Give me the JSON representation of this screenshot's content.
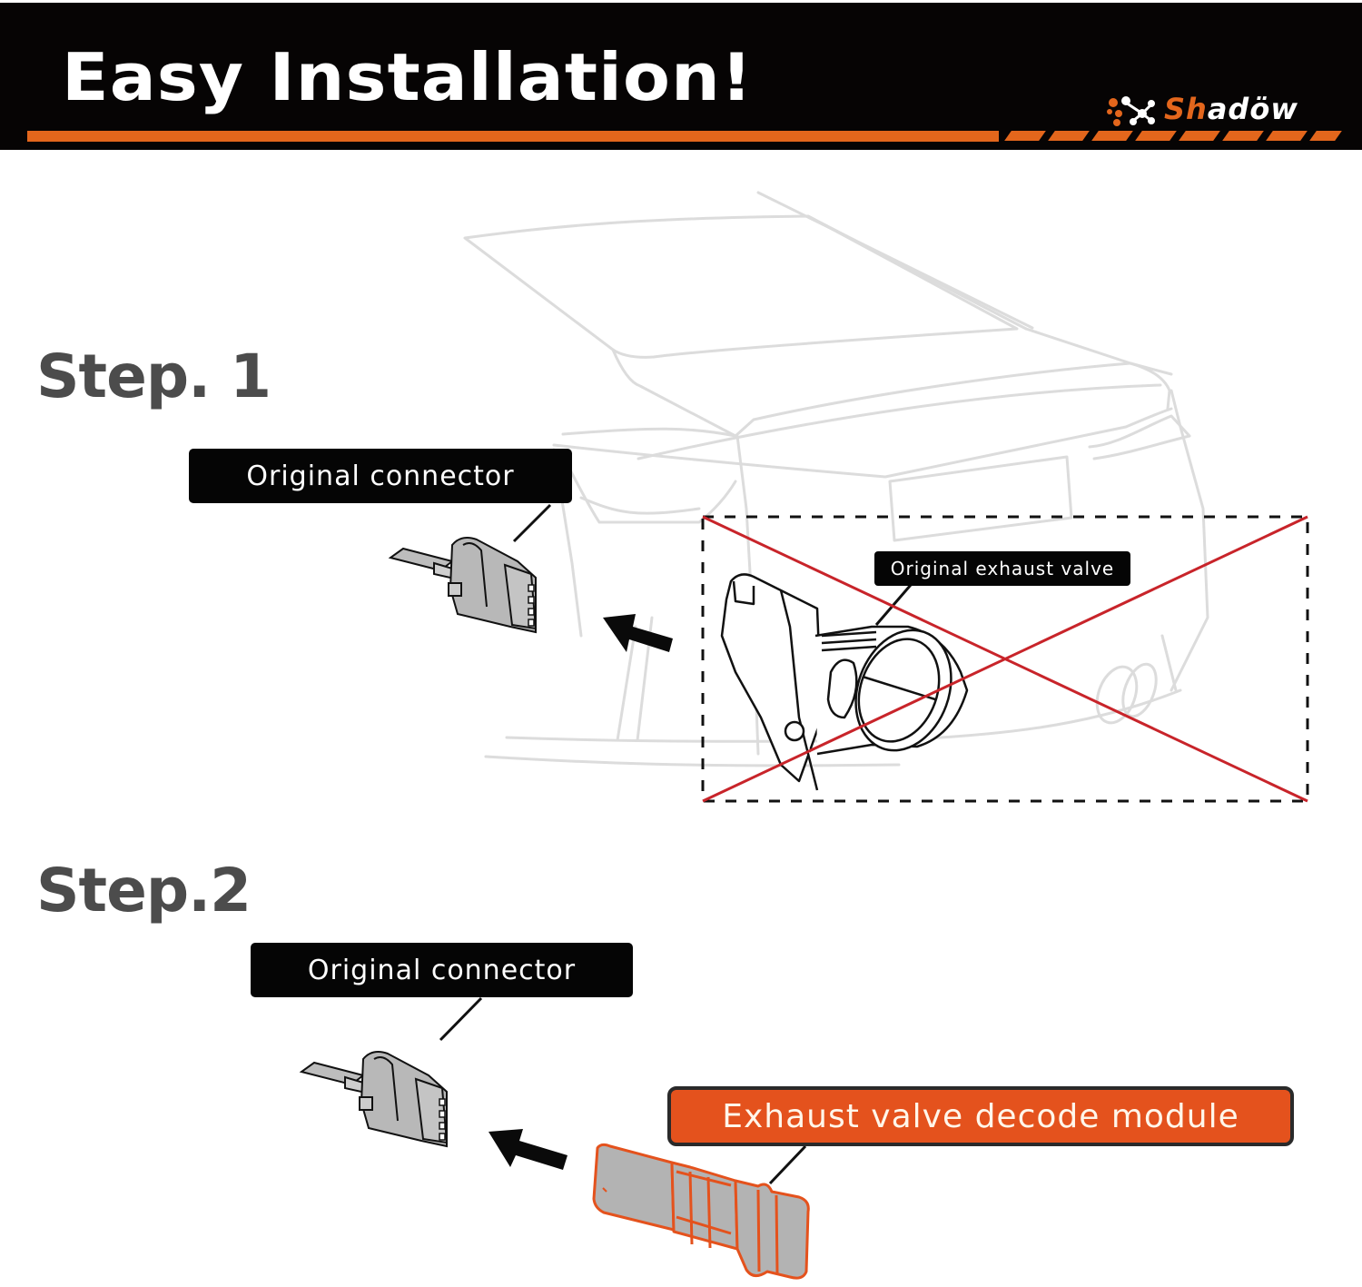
{
  "header": {
    "title": "Easy Installation!",
    "brand": {
      "name_part1": "Sh",
      "name_part2": "adöw",
      "accent_color": "#e3661c",
      "background_color": "#060404"
    }
  },
  "steps": [
    {
      "heading": "Step. 1",
      "labels": {
        "connector": "Original connector",
        "removed_part": "Original exhaust valve"
      },
      "icons": [
        "connector-icon",
        "arrow-left-icon",
        "exhaust-valve-icon",
        "cross-out-mark"
      ],
      "cross_color": "#c8242a"
    },
    {
      "heading": "Step.2",
      "labels": {
        "connector": "Original connector",
        "new_part": "Exhaust valve decode module"
      },
      "icons": [
        "connector-icon",
        "arrow-left-icon",
        "decode-module-icon"
      ],
      "module_color": "#e4521d"
    }
  ]
}
